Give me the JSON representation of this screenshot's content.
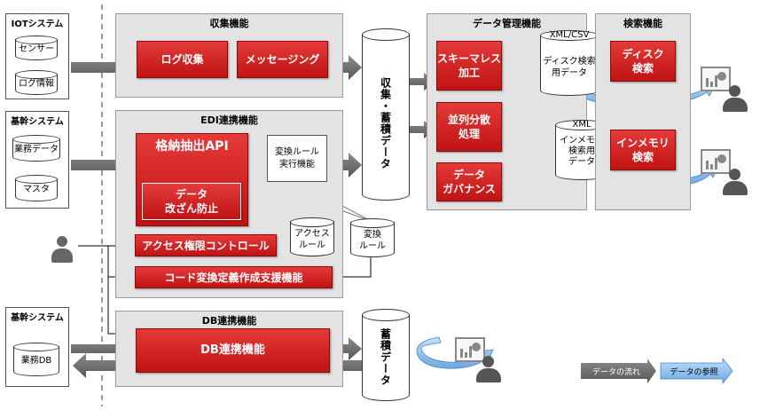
{
  "left_systems": {
    "iot": {
      "title": "IOTシステム",
      "items": [
        "センサー",
        "ログ情報"
      ]
    },
    "core1": {
      "title": "基幹システム",
      "items": [
        "業務データ",
        "マスタ"
      ]
    },
    "core2": {
      "title": "基幹システム",
      "items": [
        "業務DB"
      ]
    }
  },
  "collect": {
    "title": "収集機能",
    "log": "ログ収集",
    "msg": "メッセージング"
  },
  "edi": {
    "title": "EDI連携機能",
    "api": "格納抽出API",
    "tamper": [
      "データ",
      "改ざん防止"
    ],
    "conv": [
      "変換ルール",
      "実行機能"
    ],
    "access": "アクセス権限コントロール",
    "codedef": "コード変換定義作成支援機能",
    "access_rule": [
      "アクセス",
      "ルール"
    ],
    "conv_rule": [
      "変換",
      "ルール"
    ]
  },
  "db": {
    "title": "DB連携機能",
    "btn": "DB連携機能"
  },
  "storage": {
    "main": "収集・蓄積データ",
    "db": "蓄積データ"
  },
  "mgmt": {
    "title": "データ管理機能",
    "schemaless": [
      "スキーマレス",
      "加工"
    ],
    "parallel": [
      "並列分散",
      "処理"
    ],
    "governance": [
      "データ",
      "ガバナンス"
    ],
    "disk_data": {
      "top": "XML/CSV",
      "lines": [
        "ディスク検索",
        "用データ"
      ]
    },
    "mem_data": {
      "top": "XML",
      "lines": [
        "インメモリ",
        "検索用",
        "データ"
      ]
    }
  },
  "search": {
    "title": "検索機能",
    "disk": [
      "ディスク",
      "検索"
    ],
    "mem": [
      "インメモリ",
      "検索"
    ]
  },
  "legend": {
    "flow": "データの流れ",
    "ref": "データの参照"
  },
  "colors": {
    "red": "#d02020",
    "group": "#e3e3e3",
    "arrow_gray": "#666666",
    "arrow_blue": "#5b9bd5"
  }
}
